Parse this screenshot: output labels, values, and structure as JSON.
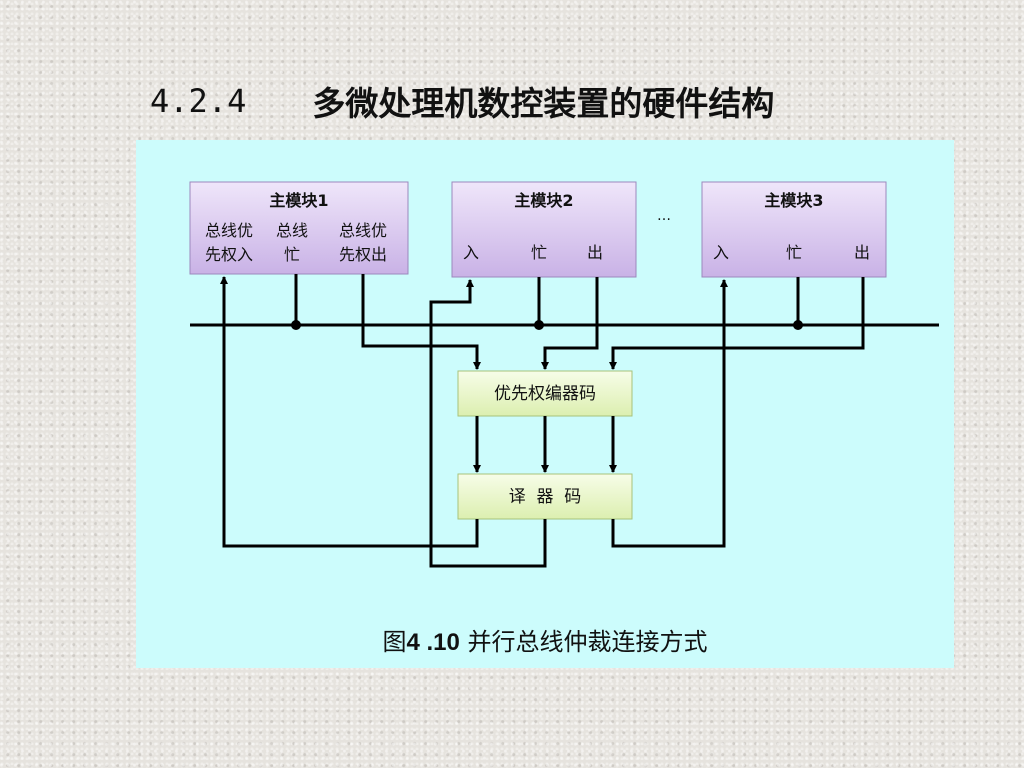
{
  "slide": {
    "number": "4.2.4",
    "title": "多微处理机数控装置的硬件结构"
  },
  "diagram": {
    "modules": [
      {
        "title": "主模块1",
        "ports": [
          "总线优",
          "总线",
          "总线优",
          "先权入",
          "忙",
          "先权出"
        ]
      },
      {
        "title": "主模块2",
        "ports": [
          "入",
          "忙",
          "出"
        ]
      },
      {
        "title": "主模块3",
        "ports": [
          "入",
          "忙",
          "出"
        ]
      }
    ],
    "ellipsis": "…",
    "encoder": "优先权编器码",
    "decoder": "译  器  码"
  },
  "caption": {
    "prefix": "图",
    "number": "4 .10",
    "text": "并行总线仲裁连接方式"
  },
  "colors": {
    "panel": "#ccfcfc",
    "module_fill": "#dcc8f0",
    "box_fill": "#e9f7c6",
    "line": "#000000"
  }
}
